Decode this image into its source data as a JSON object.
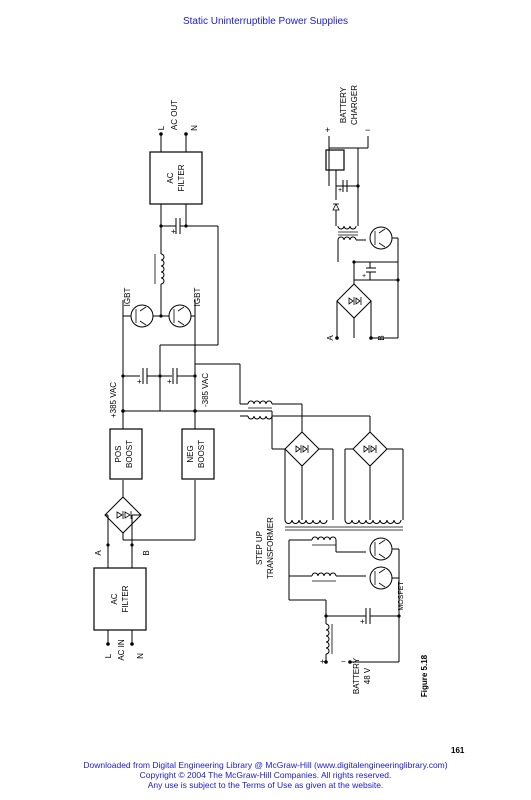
{
  "header": {
    "title": "Static Uninterruptible Power Supplies"
  },
  "figure": {
    "caption": "Figure 5.18",
    "labels": {
      "ac_out": "AC OUT",
      "ac_out_l": "L",
      "ac_out_n": "N",
      "ac_filter_1": "AC",
      "ac_filter_2": "FILTER",
      "ac_in": "AC IN",
      "ac_in_l": "L",
      "ac_in_n": "N",
      "in_a": "A",
      "in_b": "B",
      "pos_boost_1": "POS",
      "pos_boost_2": "BOOST",
      "neg_boost_1": "NEG",
      "neg_boost_2": "BOOST",
      "plus_vac": "+385 VAC",
      "minus_vac": "-385 VAC",
      "igbt": "IGBT",
      "battery_charger_1": "BATTERY",
      "battery_charger_2": "CHARGER",
      "charger_plus": "+",
      "charger_minus": "−",
      "charger_a": "A",
      "charger_b": "B",
      "step_up_1": "STEP UP",
      "step_up_2": "TRANSFORMER",
      "mosfet": "MOSFET",
      "battery_1": "BATTERY",
      "battery_2": "48 V",
      "batt_plus": "+",
      "batt_minus": "−",
      "cap_plus": "+"
    }
  },
  "page_number": "161",
  "footer": {
    "line1": "Downloaded from Digital Engineering Library @ McGraw-Hill (www.digitalengineeringlibrary.com)",
    "line2": "Copyright © 2004 The McGraw-Hill Companies. All rights reserved.",
    "line3": "Any use is subject to the Terms of Use as given at the website."
  }
}
